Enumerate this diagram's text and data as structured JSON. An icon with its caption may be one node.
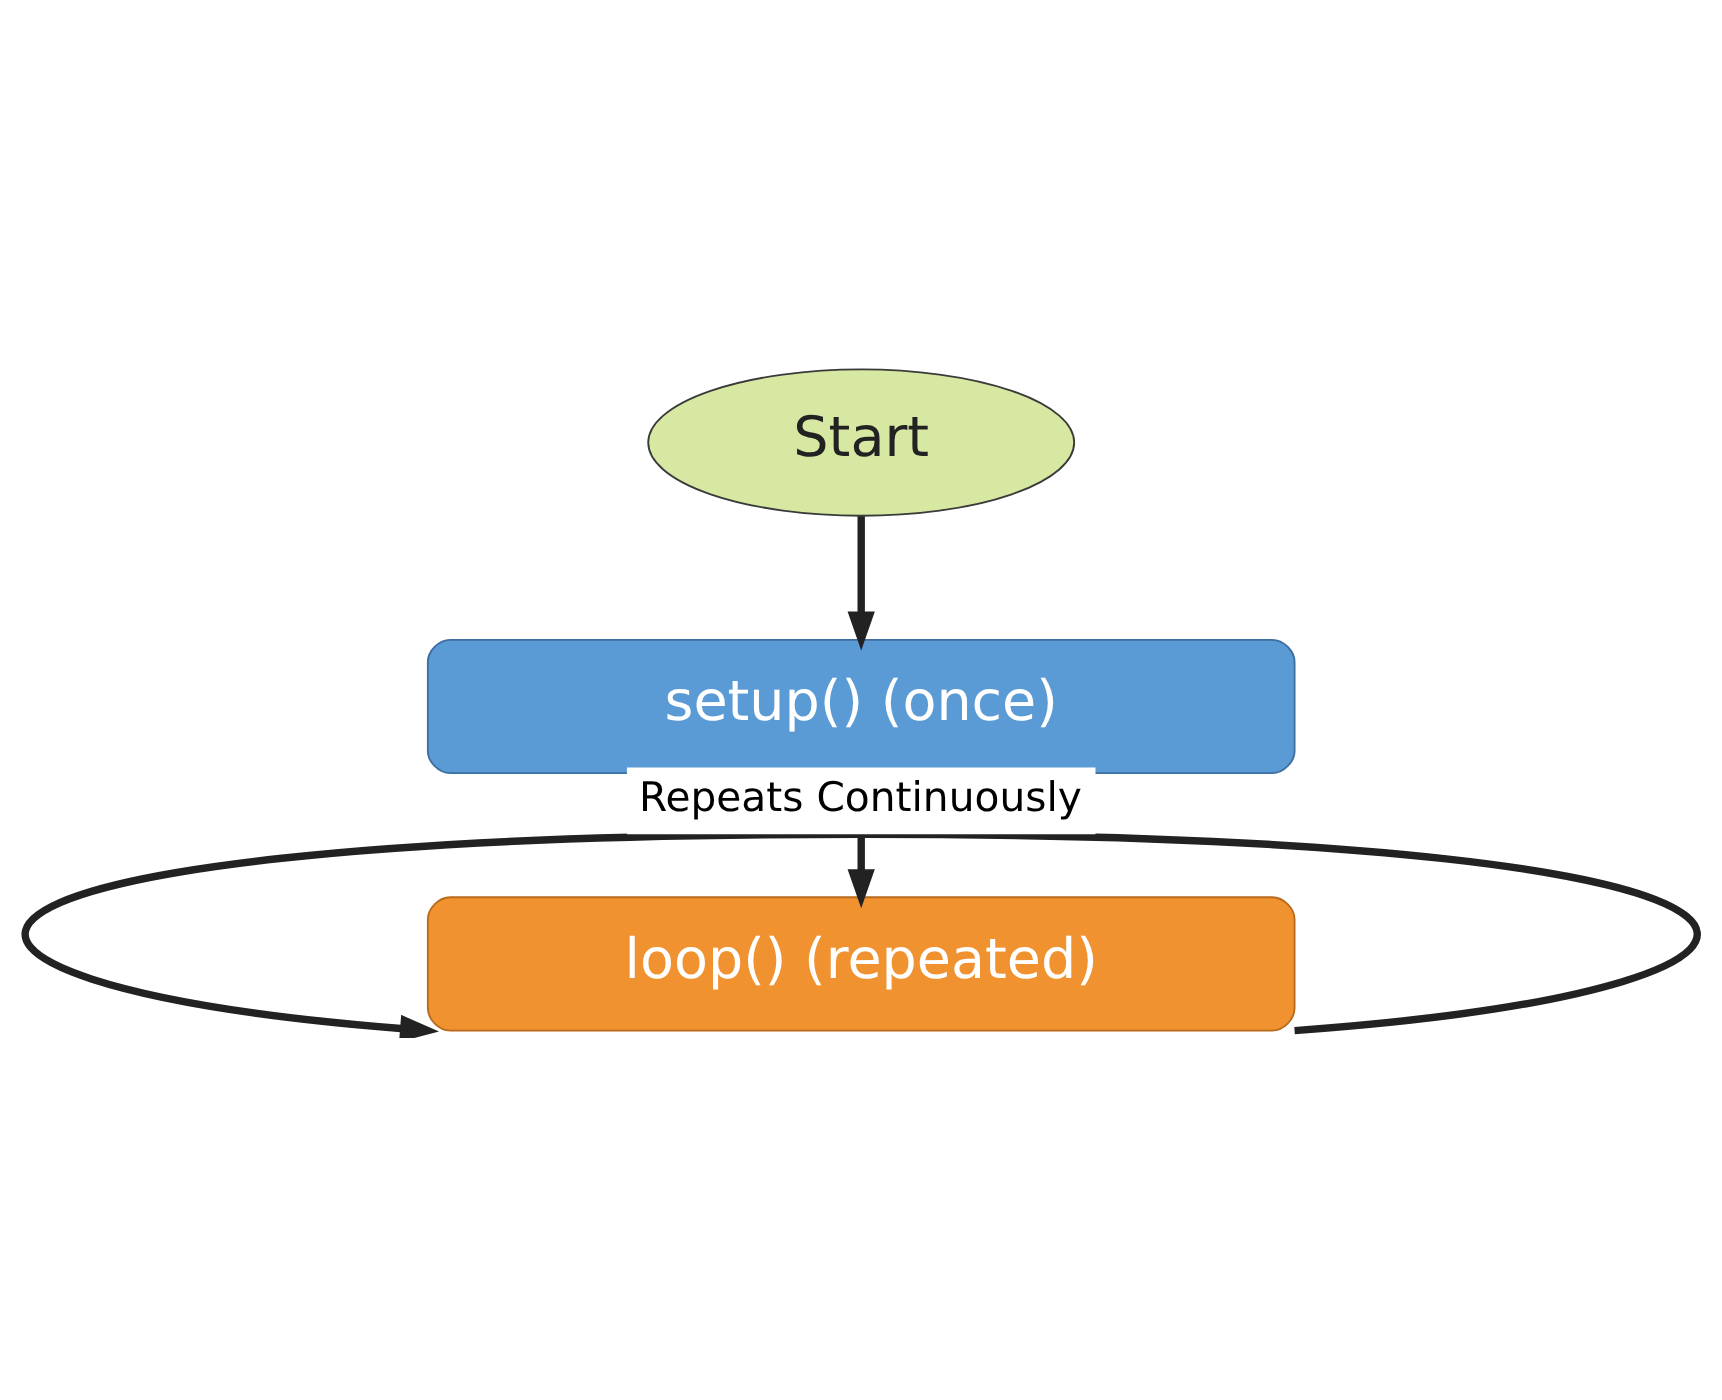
{
  "diagram": {
    "nodes": [
      {
        "text": [
          "Start"
        ]
      },
      {
        "text": [
          "setup() (once)"
        ]
      },
      {
        "text": [
          "loop() (repeated)"
        ]
      }
    ],
    "edges": [
      {
        "from": 0,
        "to": 1,
        "arrow": "to"
      },
      {
        "from": 1,
        "to": 2,
        "arrow": "to"
      },
      {
        "from": 2,
        "to": 2,
        "arrow": "to",
        "label": "Repeats Continuously"
      }
    ]
  }
}
